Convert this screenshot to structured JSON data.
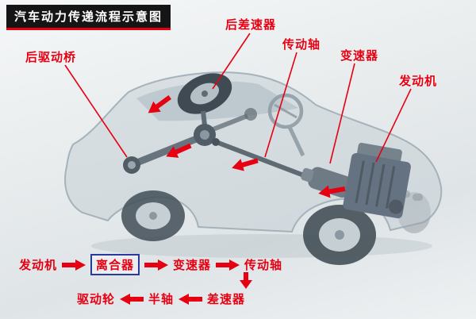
{
  "title": "汽车动力传递流程示意图",
  "colors": {
    "accent": "#e60012",
    "title_bg": "#151515",
    "title_text": "#ffffff",
    "clutch_box_border": "#2b3a9a"
  },
  "part_labels": {
    "rear_drive_axle": "后驱动桥",
    "rear_differential": "后差速器",
    "drive_shaft": "传动轴",
    "transmission": "变速器",
    "engine": "发动机"
  },
  "flow_chart": {
    "row1": {
      "engine": "发动机",
      "clutch": "离合器",
      "transmission": "变速器",
      "drive_shaft": "传动轴"
    },
    "row2": {
      "drive_wheels": "驱动轮",
      "half_shaft": "半轴",
      "differential": "差速器"
    }
  }
}
